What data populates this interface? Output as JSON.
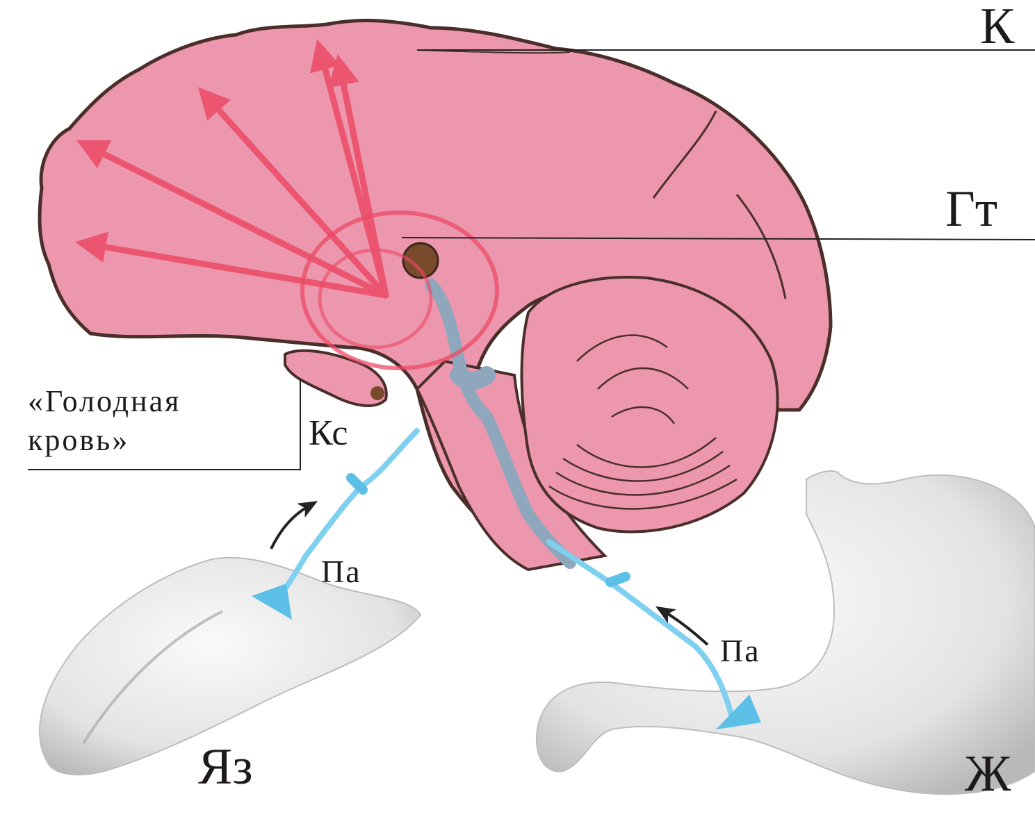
{
  "labels": {
    "cortex": "К",
    "hypothalamus": "Гт",
    "hungry_blood_line1": "«Голодная",
    "hungry_blood_line2": "кровь»",
    "carotid_sinus": "Кс",
    "afferent_tongue": "Па",
    "afferent_stomach": "Па",
    "tongue": "Яз",
    "stomach": "Ж"
  },
  "colors": {
    "brain_fill": "#ec97ad",
    "brain_outline": "#4a2e2a",
    "excitation_arrows": "#ec4a66",
    "afferent_nerve": "#7fd0ee",
    "organ_fill": "#e6e6e6",
    "ventricle": "#8fa7bd"
  }
}
